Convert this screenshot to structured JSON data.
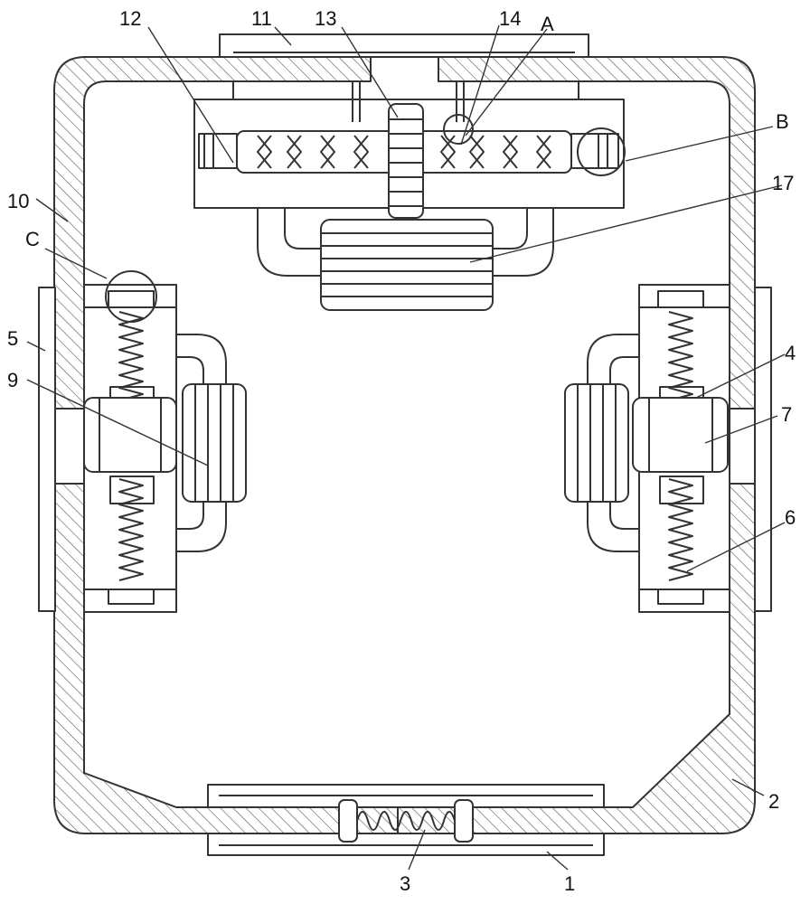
{
  "figure": {
    "description_labels": [
      "1",
      "2",
      "3",
      "4",
      "5",
      "6",
      "7",
      "9",
      "10",
      "11",
      "12",
      "13",
      "14",
      "17",
      "A",
      "B",
      "C"
    ],
    "labels": {
      "l1": "1",
      "l2": "2",
      "l3": "3",
      "l4": "4",
      "l5": "5",
      "l6": "6",
      "l7": "7",
      "l9": "9",
      "l10": "10",
      "l11": "11",
      "l12": "12",
      "l13": "13",
      "l14": "14",
      "l17": "17",
      "lA": "A",
      "lB": "B",
      "lC": "C"
    },
    "colors": {
      "stroke": "#333333",
      "hatch": "#555555",
      "background": "#ffffff"
    }
  }
}
